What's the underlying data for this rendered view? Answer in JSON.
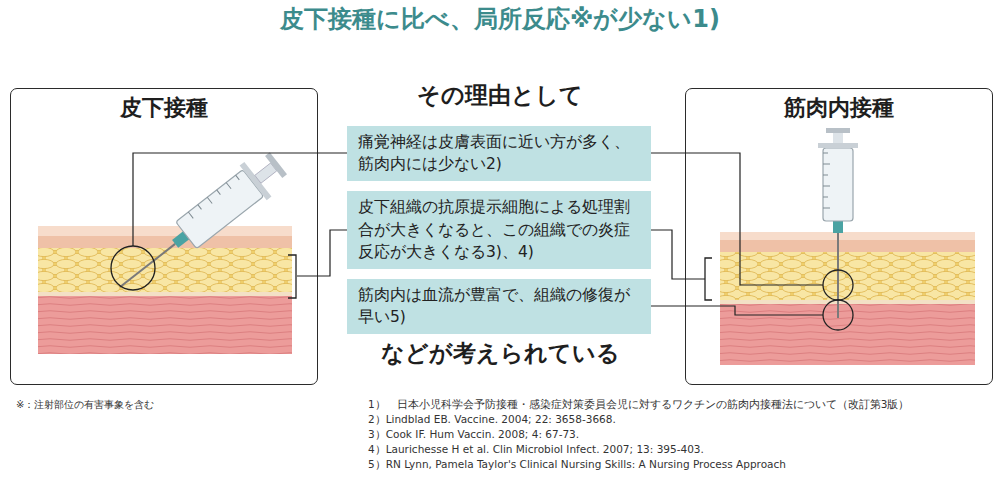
{
  "diagram": {
    "title": "皮下接種に比べ、局所反応※が少ない1)",
    "nodes": [
      {
        "text": [
          "皮下接種"
        ]
      },
      {
        "text": [
          "痛覚神経は皮膚表面に近い方が多く、筋肉内には少ない2)"
        ]
      },
      {
        "text": [
          "皮下組織の抗原提示細胞による処理割合が大きくなると、この組織での炎症反応が大きくなる3)、4)"
        ]
      },
      {
        "text": [
          "筋肉内は血流が豊富で、組織の修復が早い5)"
        ]
      },
      {
        "text": [
          "筋肉内接種"
        ]
      }
    ],
    "labels": [
      "その理由として",
      "などが考えられている",
      "※：注射部位の有害事象を含む",
      "1）　日本小児科学会予防接種・感染症対策委員会児に対するワクチンの筋肉内接種法について（改訂第3版）",
      "2）Lindblad EB. Vaccine. 2004; 22: 3658-3668.",
      "3）Cook IF. Hum Vaccin. 2008; 4: 67-73.",
      "4）Laurichesse H et al. Clin Microbiol Infect. 2007; 13: 395-403.",
      "5）RN Lynn, Pamela Taylor's Clinical Nursing Skills: A Nursing Process Approach"
    ]
  }
}
